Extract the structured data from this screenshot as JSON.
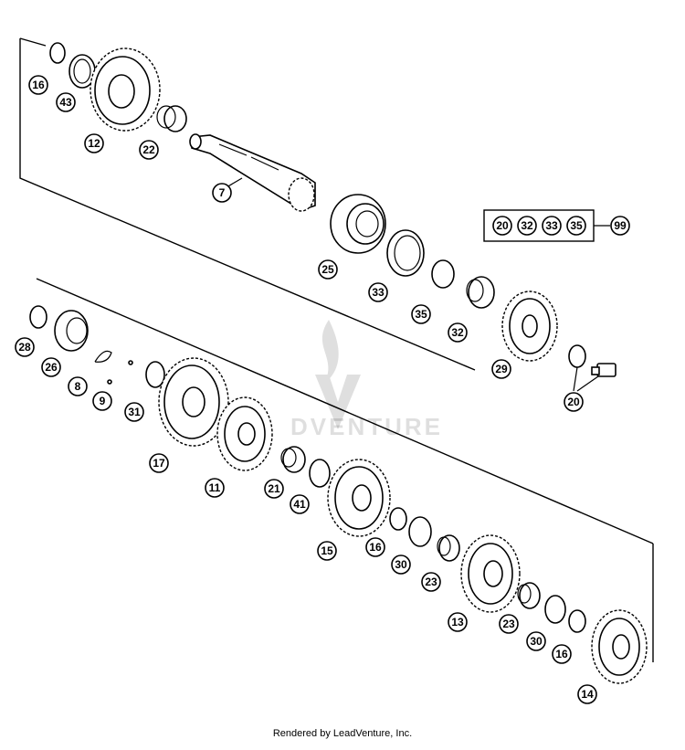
{
  "footer": {
    "credit": "Rendered by LeadVenture, Inc."
  },
  "watermark": {
    "text": "DVENTURE",
    "logo": "flame-logo-icon"
  },
  "kit": {
    "members": [
      "20",
      "32",
      "33",
      "35"
    ],
    "kit_number": "99"
  },
  "callouts": {
    "c16a": "16",
    "c43": "43",
    "c12": "12",
    "c22": "22",
    "c7": "7",
    "c25": "25",
    "c33": "33",
    "c35": "35",
    "c32": "32",
    "c29": "29",
    "c20": "20",
    "c28": "28",
    "c26": "26",
    "c8": "8",
    "c9": "9",
    "c31": "31",
    "c17": "17",
    "c11": "11",
    "c21": "21",
    "c41": "41",
    "c15": "15",
    "c16b": "16",
    "c30a": "30",
    "c23a": "23",
    "c13": "13",
    "c23b": "23",
    "c30b": "30",
    "c16c": "16",
    "c14": "14"
  }
}
